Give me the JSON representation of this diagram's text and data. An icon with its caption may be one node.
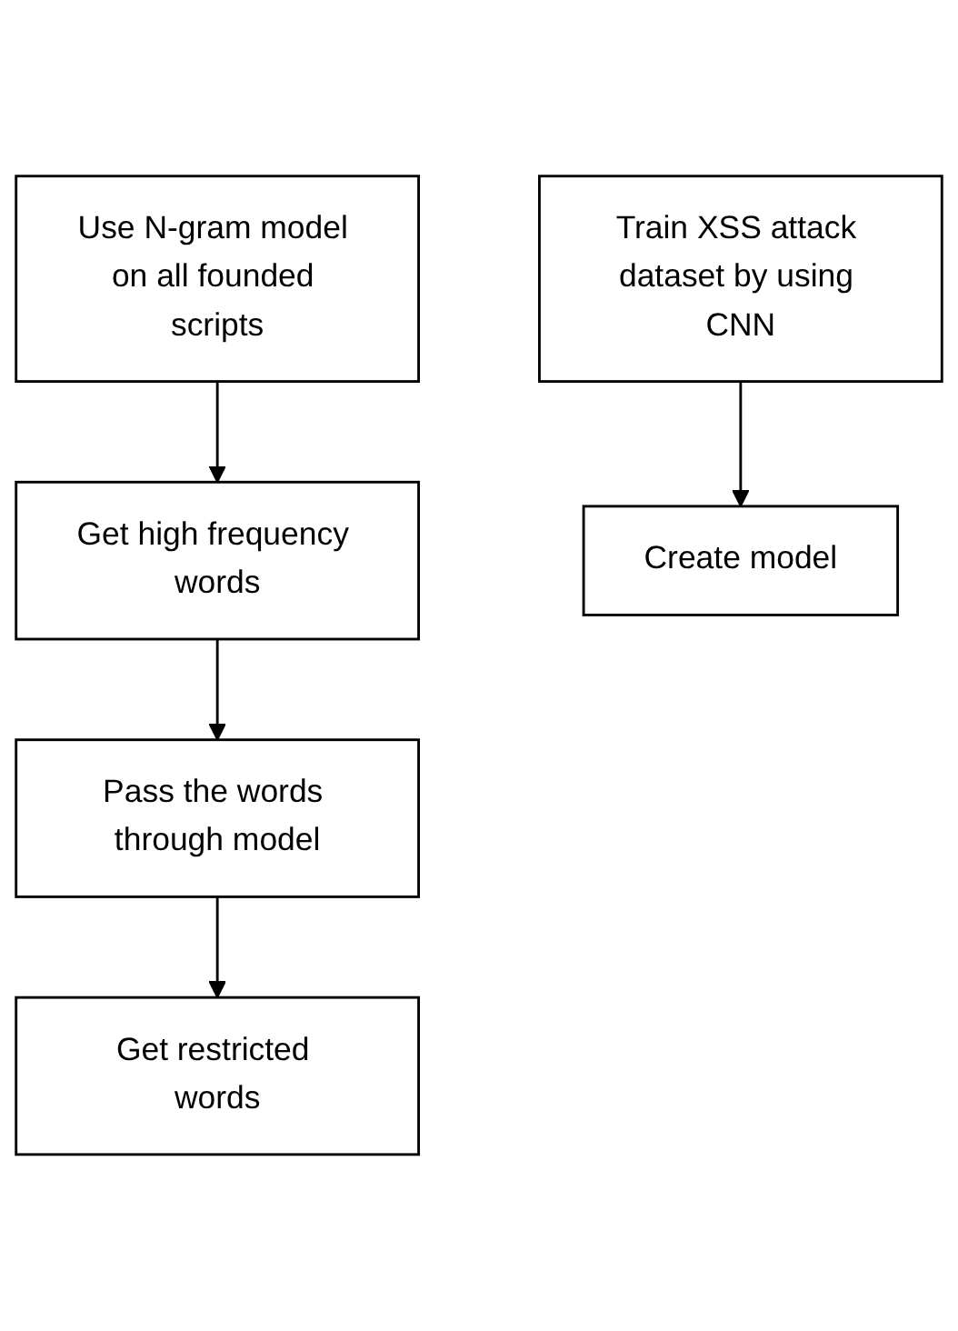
{
  "diagram": {
    "nodes": [
      {
        "text": [
          "Use N-gram model on all founded scripts"
        ]
      },
      {
        "text": [
          "Get high frequency words"
        ]
      },
      {
        "text": [
          "Train XSS attack dataset by using CNN"
        ]
      },
      {
        "text": [
          "Pass the words through model"
        ]
      },
      {
        "text": [
          "Create model"
        ]
      },
      {
        "text": [
          "Get restricted words"
        ]
      }
    ],
    "edges": [
      {
        "from": 0,
        "to": 1,
        "arrow": "to"
      },
      {
        "from": 1,
        "to": 3,
        "arrow": "to"
      },
      {
        "from": 2,
        "to": 4,
        "arrow": "to"
      },
      {
        "from": 3,
        "to": 5,
        "arrow": "to"
      }
    ]
  }
}
